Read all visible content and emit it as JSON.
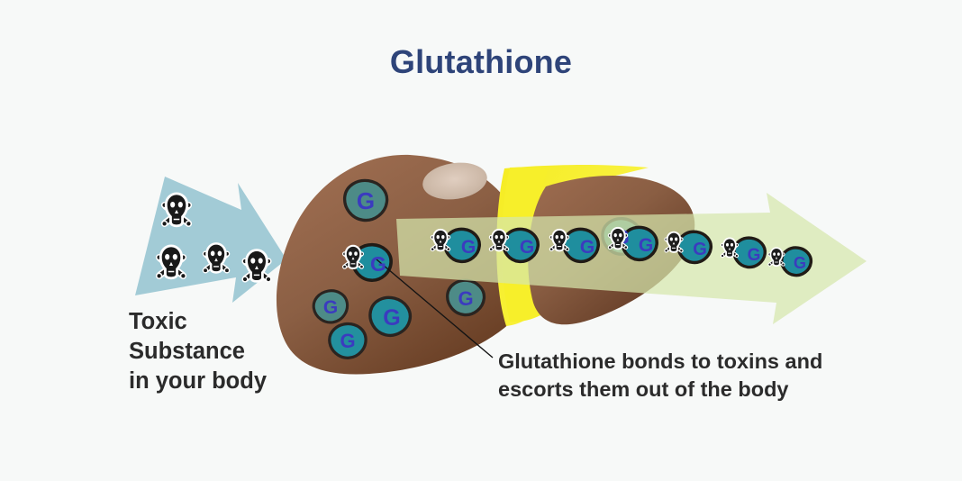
{
  "page": {
    "background_color": "#f7f9f8",
    "type": "infographic-diagram"
  },
  "title": {
    "text": "Glutathione",
    "color": "#2e4479"
  },
  "labels": {
    "toxic": {
      "line1": "Toxic",
      "line2": "Substance",
      "line3": "in your body",
      "color": "#2b2b2b"
    },
    "escort": {
      "line1": "Glutathione bonds to toxins and",
      "line2": "escorts them out of the body",
      "color": "#2b2b2b"
    }
  },
  "icons": {
    "molecule_letter": "G",
    "skull_name": "skull-and-crossbones-icon",
    "shield_name": "glutathione-molecule-icon"
  },
  "colors": {
    "liver_brown_light": "#9c6b4f",
    "liver_brown_dark": "#5e3524",
    "gallbladder_yellow": "#f7ef2a",
    "toxic_arrow_blue": "#a2cbd6",
    "exit_arrow_green": "#dbe8b8",
    "molecule_teal": "#1f8e9e",
    "molecule_teal_muted": "#4a8a87",
    "molecule_outline": "#201a14",
    "letter_purple": "#3b3bbf",
    "highlight_beige": "#cdb9a8",
    "leader_line": "#141414"
  },
  "diagram": {
    "flow": [
      {
        "stage": "toxic-substance-enters",
        "arrow": "toxic-arrow",
        "direction": "right"
      },
      {
        "stage": "liver-processing",
        "organ": "liver"
      },
      {
        "stage": "toxins-escorted-out",
        "arrow": "exit-arrow",
        "direction": "right"
      }
    ],
    "toxic_arrow_skull_count": 4,
    "liver_free_molecule_count": 6,
    "bound_molecule_count": 7
  }
}
